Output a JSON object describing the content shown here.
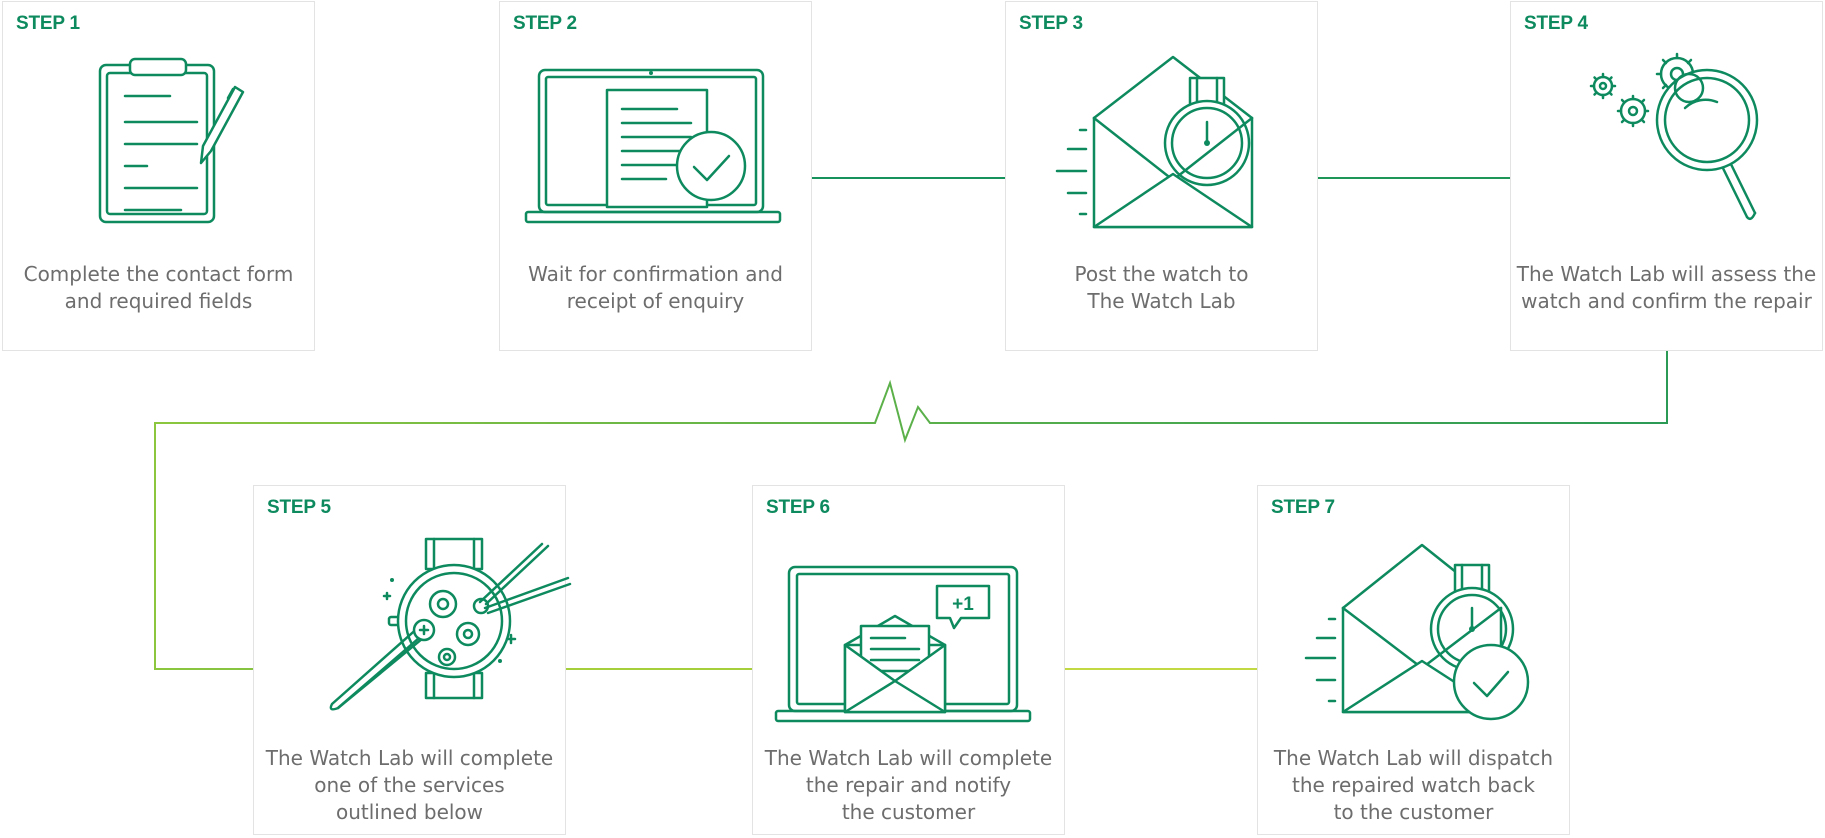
{
  "accent_color": "#0e8a5f",
  "connector_colors": [
    "#0e8a5f",
    "#8cc63f"
  ],
  "steps": [
    {
      "label": "STEP 1",
      "icon": "clipboard-pen-icon",
      "lines": [
        "Complete the contact form",
        "and required fields"
      ]
    },
    {
      "label": "STEP 2",
      "icon": "laptop-check-icon",
      "lines": [
        "Wait for confirmation and",
        "receipt of enquiry"
      ]
    },
    {
      "label": "STEP 3",
      "icon": "envelope-watch-icon",
      "lines": [
        "Post the watch to",
        "The Watch Lab"
      ]
    },
    {
      "label": "STEP 4",
      "icon": "gears-magnifier-icon",
      "lines": [
        "The Watch Lab will assess the",
        "watch and confirm the repair"
      ]
    },
    {
      "label": "STEP 5",
      "icon": "watch-repair-tools-icon",
      "lines": [
        "The Watch Lab will complete",
        "one of the services",
        "outlined below"
      ]
    },
    {
      "label": "STEP 6",
      "icon": "laptop-notification-icon",
      "lines": [
        "The Watch Lab will complete",
        "the repair and notify",
        "the customer"
      ]
    },
    {
      "label": "STEP 7",
      "icon": "envelope-watch-check-icon",
      "lines": [
        "The Watch Lab will dispatch",
        "the repaired watch back",
        "to the customer"
      ]
    }
  ]
}
